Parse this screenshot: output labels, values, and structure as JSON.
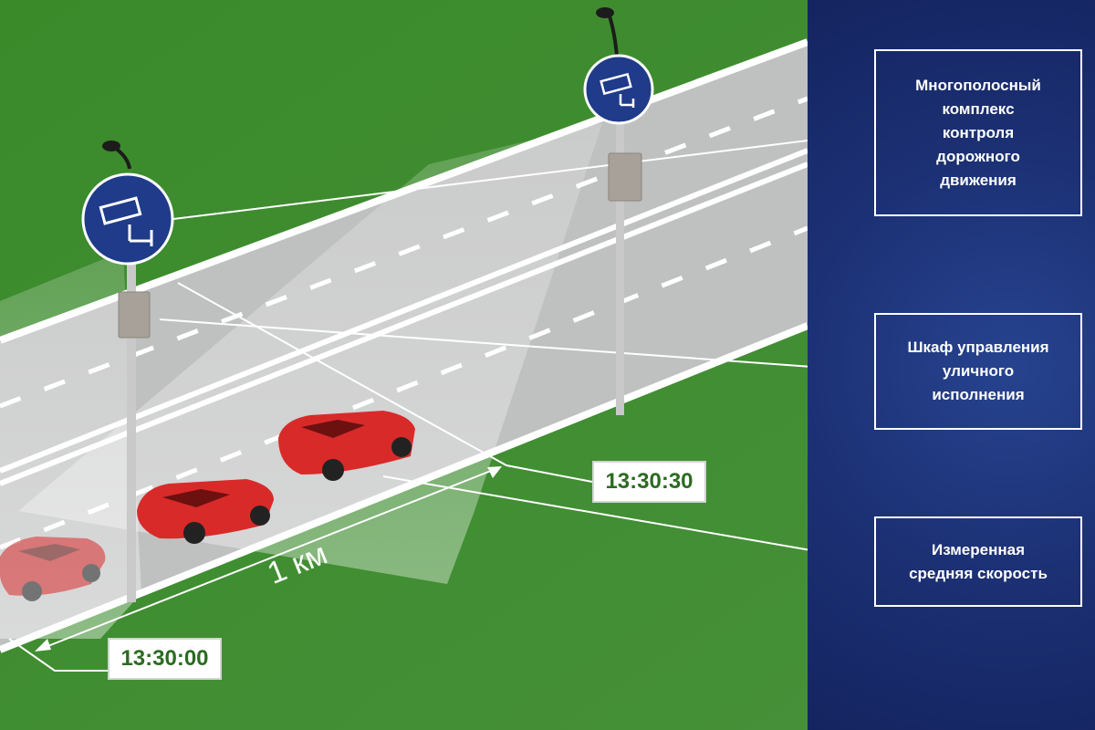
{
  "labels": {
    "complex": "Многополосный\nкомплекс\nконтроля\nдорожного\nдвижения",
    "cabinet": "Шкаф управления\nуличного\nисполнения",
    "speed": "Измеренная\nсредняя скорость"
  },
  "times": {
    "start": "13:30:00",
    "end": "13:30:30"
  },
  "distance": "1 км",
  "icons": [
    "camera-sign-icon",
    "camera-sign-icon"
  ],
  "colors": {
    "grass": "#3f8a2e",
    "road": "#bdbdbd",
    "panel": "#1b2f72",
    "sign": "#1f3b8a",
    "car": "#d92a2a",
    "time_text": "#2c6b22"
  }
}
